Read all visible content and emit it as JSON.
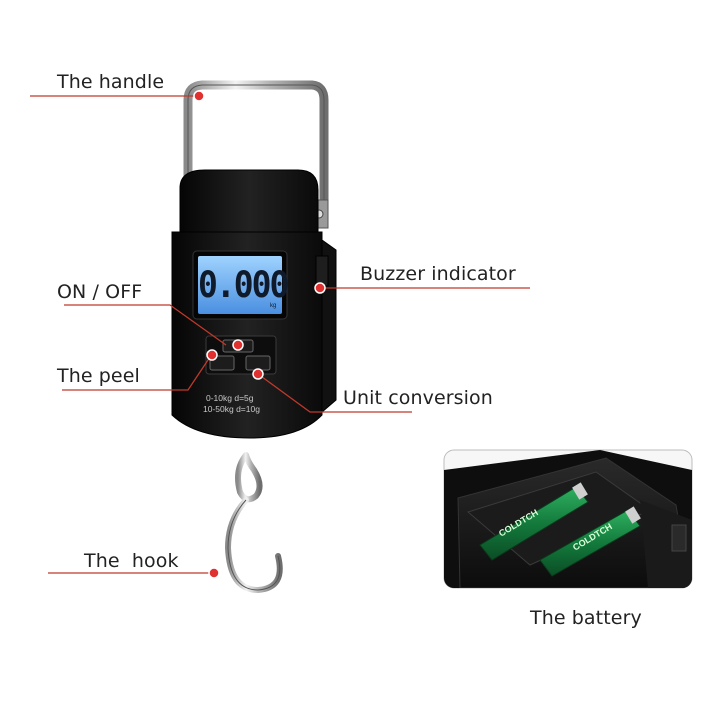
{
  "labels": {
    "handle": "The handle",
    "on_off": "ON / OFF",
    "peel": "The peel",
    "buzzer": "Buzzer indicator",
    "unit_conversion": "Unit conversion",
    "hook": "The  hook",
    "battery": "The battery"
  },
  "display": {
    "reading": "0.000",
    "unit": "kg"
  },
  "scale_markings": {
    "range_1": "0-10kg d=5g",
    "range_2": "10-50kg d=10g"
  },
  "battery_brand": "COLDTCH",
  "colors": {
    "leader_line": "#c0392b",
    "marker_dot": "#e03030",
    "lcd_backlight": "#6fb6ff",
    "body": "#141414",
    "battery": "#1f8a4a"
  }
}
